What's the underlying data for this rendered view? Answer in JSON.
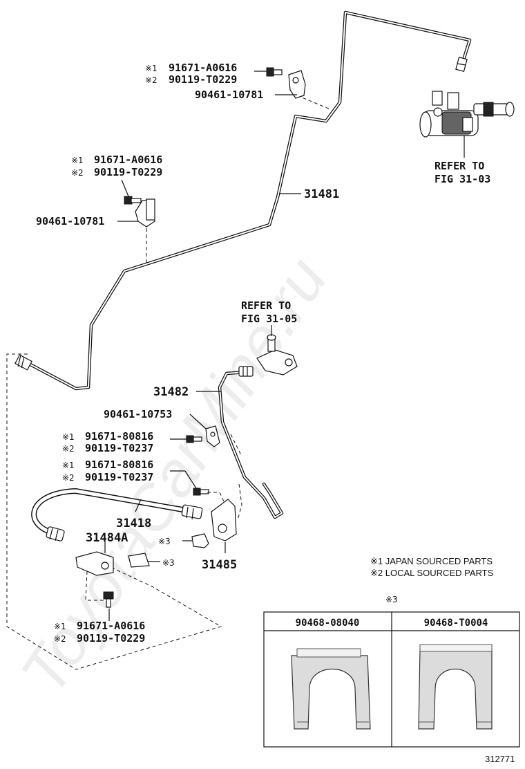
{
  "watermark": "ToyotaCarMine.ru",
  "figure_id": "312771",
  "marks": {
    "m1": "※1",
    "m2": "※2",
    "m3": "※3"
  },
  "callouts": {
    "top_bolt_1": "91671-A0616",
    "top_bolt_2": "90119-T0229",
    "top_clamp": "90461-10781",
    "mid_bolt_1": "91671-A0616",
    "mid_bolt_2": "90119-T0229",
    "mid_clamp": "90461-10781",
    "refer_top_1": "REFER TO",
    "refer_top_2": "FIG 31-03",
    "refer_mid_1": "REFER TO",
    "refer_mid_2": "FIG 31-05",
    "tube_upper": "31481",
    "tube_lower": "31482",
    "clamp_lower": "90461-10753",
    "bolt_a_1": "91671-80816",
    "bolt_a_2": "90119-T0237",
    "bolt_b_1": "91671-80816",
    "bolt_b_2": "90119-T0237",
    "hose": "31418",
    "bracket_a": "31484A",
    "bracket_b": "31485",
    "bottom_bolt_1": "91671-A0616",
    "bottom_bolt_2": "90119-T0229"
  },
  "legend": {
    "line1": "※1 JAPAN SOURCED PARTS",
    "line2": "※2 LOCAL SOURCED PARTS"
  },
  "clip_table": {
    "mark": "※3",
    "col1": "90468-08040",
    "col2": "90468-T0004"
  }
}
